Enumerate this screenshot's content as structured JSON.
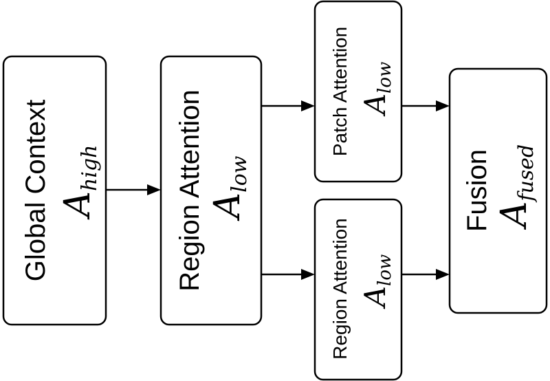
{
  "nodes": {
    "global_context": {
      "label": "Global Context",
      "symbol": "A",
      "subscript": "high"
    },
    "region_attention_main": {
      "label": "Region Attention",
      "symbol": "A",
      "subscript": "low"
    },
    "patch_attention": {
      "label": "Patch Attention",
      "symbol": "A",
      "subscript": "low"
    },
    "region_attention_branch": {
      "label": "Region Attention",
      "symbol": "A",
      "subscript": "low"
    },
    "fusion": {
      "label": "Fusion",
      "symbol": "A",
      "subscript": "fused"
    }
  },
  "edges": [
    {
      "from": "global_context",
      "to": "region_attention_main"
    },
    {
      "from": "region_attention_main",
      "to": "patch_attention"
    },
    {
      "from": "region_attention_main",
      "to": "region_attention_branch"
    },
    {
      "from": "patch_attention",
      "to": "fusion"
    },
    {
      "from": "region_attention_branch",
      "to": "fusion"
    }
  ],
  "colors": {
    "stroke": "#000000",
    "fill": "#ffffff"
  }
}
